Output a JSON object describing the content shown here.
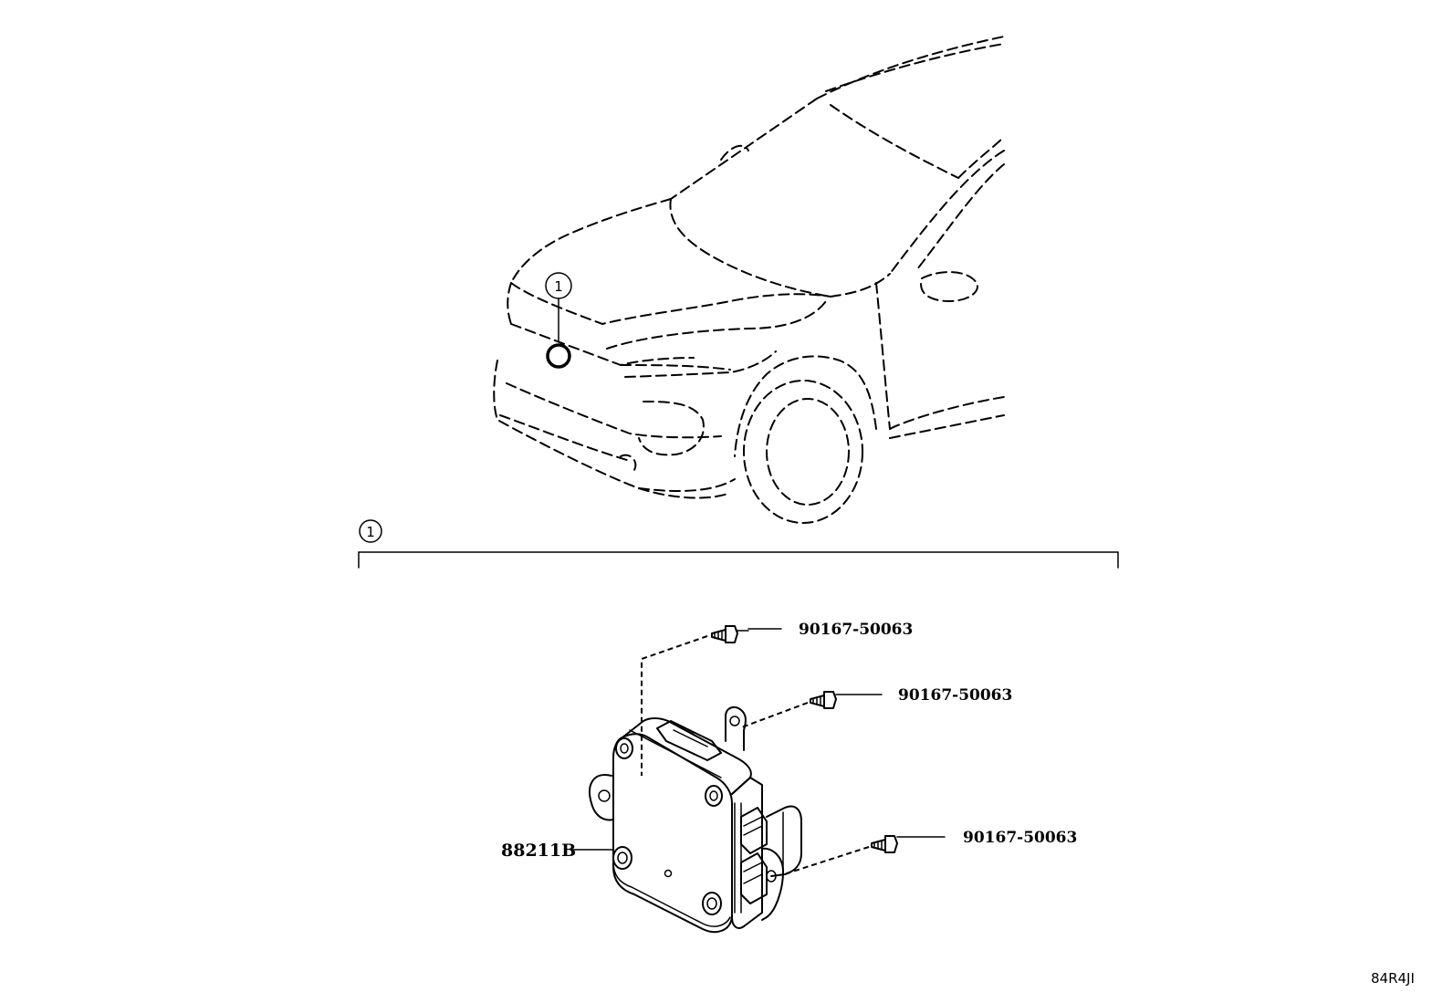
{
  "diagram": {
    "vehicle_callout": "1",
    "group_callout": "1",
    "parts": [
      {
        "part_number": "90167-50063",
        "kind": "bolt"
      },
      {
        "part_number": "90167-50063",
        "kind": "bolt"
      },
      {
        "part_number": "90167-50063",
        "kind": "bolt"
      },
      {
        "part_number": "88211B",
        "kind": "sensor-module"
      }
    ],
    "illustration_code": "84R4JI"
  }
}
